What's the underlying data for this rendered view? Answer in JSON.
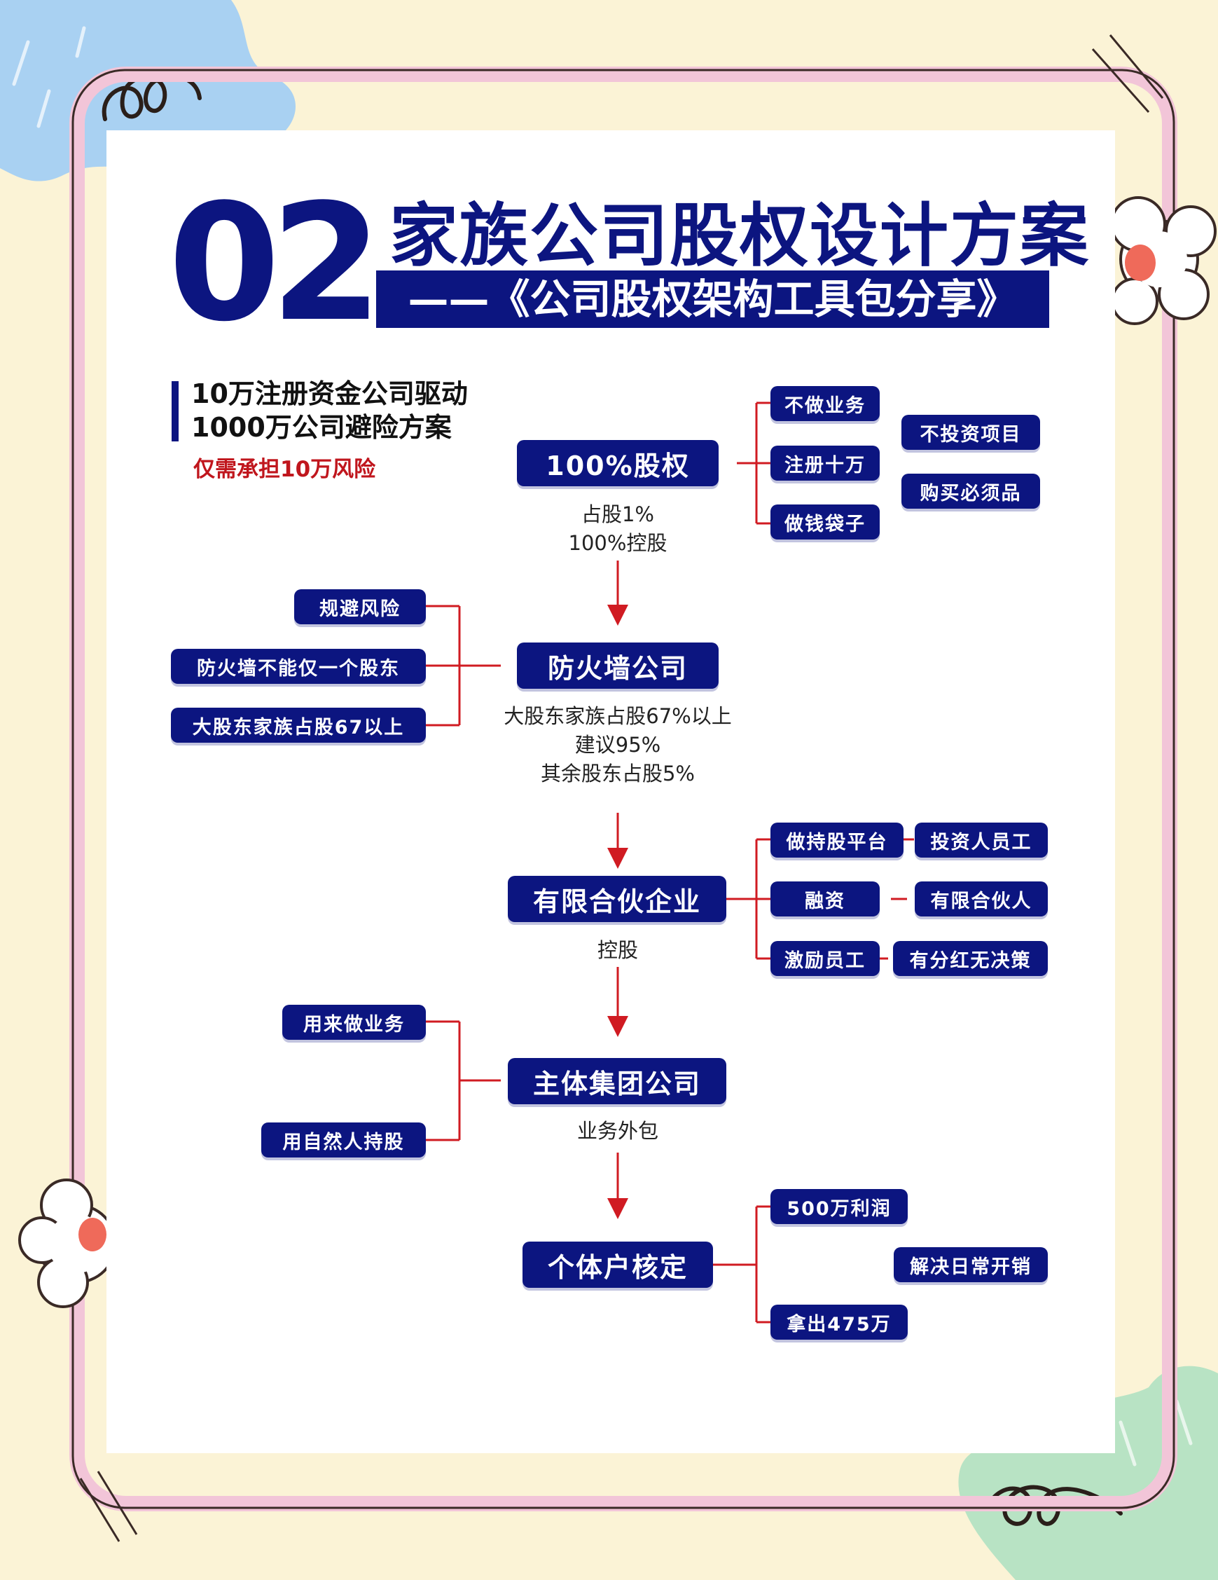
{
  "header": {
    "number": "02",
    "title": "家族公司股权设计方案",
    "subtitle": "——《公司股权架构工具包分享》"
  },
  "intro": {
    "line1": "10万注册资金公司驱动",
    "line2": "1000万公司避险方案",
    "risk": "仅需承担10万风险"
  },
  "flow": [
    {
      "label": "100%股权",
      "notes": [
        "占股1%",
        "100%控股"
      ],
      "branches": [
        "不做业务",
        "注册十万",
        "做钱袋子"
      ],
      "extras": [
        "不投资项目",
        "购买必须品"
      ]
    },
    {
      "label": "防火墙公司",
      "notes": [
        "大股东家族占股67%以上",
        "建议95%",
        "其余股东占股5%"
      ],
      "branches": [
        "规避风险",
        "防火墙不能仅一个股东",
        "大股东家族占股67以上"
      ]
    },
    {
      "label": "有限合伙企业",
      "notes": [
        "控股"
      ],
      "branches": [
        "做持股平台",
        "融资",
        "激励员工"
      ],
      "extras": [
        "投资人员工",
        "有限合伙人",
        "有分红无决策"
      ]
    },
    {
      "label": "主体集团公司",
      "notes": [
        "业务外包"
      ],
      "branches": [
        "用来做业务",
        "用自然人持股"
      ]
    },
    {
      "label": "个体户核定",
      "notes": [],
      "branches": [
        "500万利润",
        "拿出475万"
      ],
      "extras": [
        "解决日常开销"
      ]
    }
  ],
  "colors": {
    "navy": "#0c1580",
    "accent_red": "#c0161d",
    "background": "#fbf3d6",
    "frame_pink": "#f2c5d8"
  }
}
